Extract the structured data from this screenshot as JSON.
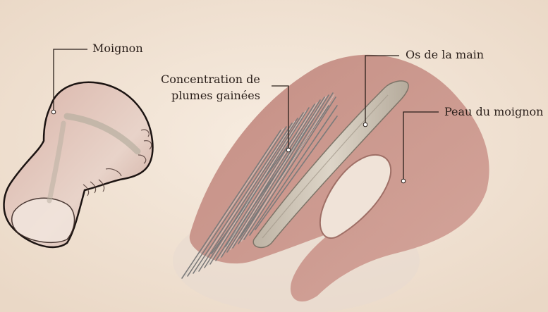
{
  "labels": {
    "moignon": "Moignon",
    "concentration_line1": "Concentration de",
    "concentration_line2": "plumes gainées",
    "os": "Os de la main",
    "peau": "Peau du moignon"
  },
  "colors": {
    "background": "#f3e6d8",
    "skin": "#c8958b",
    "skin_light": "#e6cfc4",
    "bone": "#cfc6b8",
    "feather": "#8c8c8c",
    "line": "#2a1f1a"
  }
}
